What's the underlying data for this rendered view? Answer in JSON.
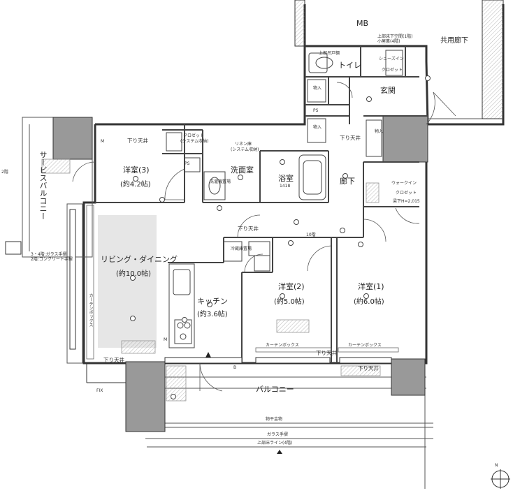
{
  "rooms": {
    "mb": "MB",
    "common_corridor": "共用廊下",
    "toilet": "トイレ",
    "shoes_closet_line1": "シューズイン",
    "shoes_closet_line2": "クロゼット",
    "entrance": "玄関",
    "bedroom3": "洋室(3)",
    "bedroom3_size": "(約4.2帖)",
    "washroom": "洗面室",
    "bath": "浴室",
    "bath_size": "1418",
    "hallway": "廊下",
    "walkin_line1": "ウォークイン",
    "walkin_line2": "クロゼット",
    "service_balcony": "サービスバルコニー",
    "living": "リビング・ダイニング",
    "living_size": "(約10.0帖)",
    "kitchen": "キッチン",
    "kitchen_size": "(約3.6帖)",
    "bedroom2": "洋室(2)",
    "bedroom2_size": "(約5.0帖)",
    "bedroom1": "洋室(1)",
    "bedroom1_size": "(約6.0帖)",
    "balcony": "バルコニー"
  },
  "notes": {
    "lowered_ceiling": "下り天井",
    "upper_floor_lowered_1": "上部床下空間(1階)",
    "upper_floor_lowered_2": "小屋裏(4階)",
    "upper_storage_top": "上部吊戸棚",
    "storage": "物入",
    "system_storage": "(システム収納)",
    "closet": "クロゼット",
    "system_closet": "(システム収納)",
    "linen": "リネン庫",
    "ps": "PS",
    "curtain_box": "カーテンボックス",
    "fridge": "冷蔵庫置場",
    "washer": "洗濯機置場",
    "glass_rail_3f": "3・4階:ガラス手摺",
    "concrete_rail_2f": "2階:コンクリート手摺",
    "glass_rail": "ガラス手摺",
    "clothes_hanger": "物干金物",
    "upper_floor_line": "上部床ライン(4階)",
    "fix": "FIX",
    "hallway_height": "10階",
    "walkin_height": "梁下H=2,015",
    "floor2": "2階",
    "north": "N",
    "m": "M",
    "b": "B"
  }
}
